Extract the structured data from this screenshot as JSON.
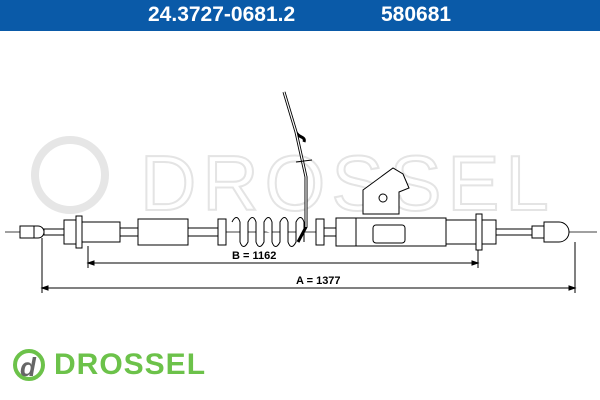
{
  "header": {
    "part_number": "24.3727-0681.2",
    "ref_number": "580681"
  },
  "dimensions": {
    "b_label": "B = 1162",
    "a_label": "A = 1377"
  },
  "watermark": "DROSSEL",
  "logo": {
    "text": "DROSSEL",
    "mark": "d"
  },
  "colors": {
    "header": "#0a5aa8",
    "logo_green": "#6cc24a",
    "logo_grey": "#666666"
  }
}
